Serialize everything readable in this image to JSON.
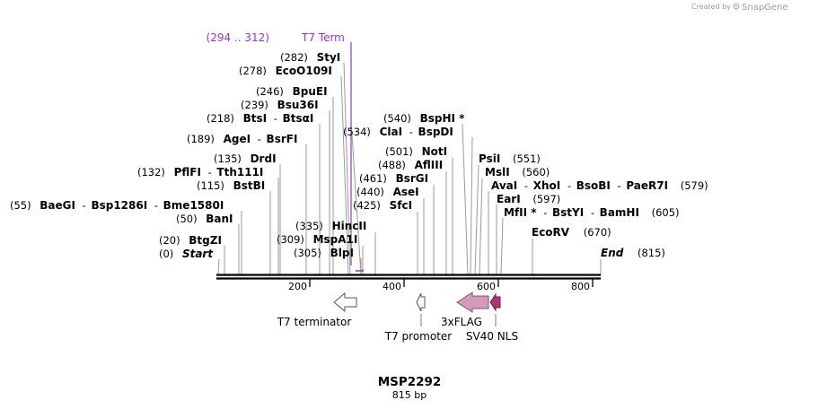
{
  "header": {
    "credit_prefix": "Created by",
    "brand": "SnapGene"
  },
  "sequence": {
    "name": "MSP2292",
    "length_label": "815 bp",
    "length": 815
  },
  "axis": {
    "ticks": [
      "200",
      "400",
      "600",
      "800"
    ]
  },
  "primer": {
    "range": "(294 .. 312)",
    "name": "T7 Term",
    "color": "#9933cc"
  },
  "sites": [
    {
      "pos": "(0)",
      "names": [
        "Start"
      ],
      "italic": true
    },
    {
      "pos": "(20)",
      "names": [
        "BtgZI"
      ]
    },
    {
      "pos": "(50)",
      "names": [
        "BanI"
      ]
    },
    {
      "pos": "(55)",
      "names": [
        "BaeGI",
        "Bsp1286I",
        "Bme1580I"
      ]
    },
    {
      "pos": "(115)",
      "names": [
        "BstBI"
      ]
    },
    {
      "pos": "(132)",
      "names": [
        "PflFI",
        "Tth111I"
      ]
    },
    {
      "pos": "(135)",
      "names": [
        "DrdI"
      ]
    },
    {
      "pos": "(189)",
      "names": [
        "AgeI",
        "BsrFI"
      ]
    },
    {
      "pos": "(218)",
      "names": [
        "BtsI",
        "BtsαI"
      ]
    },
    {
      "pos": "(239)",
      "names": [
        "Bsu36I"
      ]
    },
    {
      "pos": "(246)",
      "names": [
        "BpuEI"
      ]
    },
    {
      "pos": "(278)",
      "names": [
        "EcoO109I"
      ]
    },
    {
      "pos": "(282)",
      "names": [
        "StyI"
      ]
    },
    {
      "pos": "(305)",
      "names": [
        "BlpI"
      ]
    },
    {
      "pos": "(309)",
      "names": [
        "MspA1I"
      ]
    },
    {
      "pos": "(335)",
      "names": [
        "HincII"
      ]
    },
    {
      "pos": "(425)",
      "names": [
        "SfcI"
      ]
    },
    {
      "pos": "(440)",
      "names": [
        "AseI"
      ]
    },
    {
      "pos": "(461)",
      "names": [
        "BsrGI"
      ]
    },
    {
      "pos": "(488)",
      "names": [
        "AflIII"
      ]
    },
    {
      "pos": "(501)",
      "names": [
        "NotI"
      ]
    },
    {
      "pos": "(534)",
      "names": [
        "ClaI",
        "BspDI"
      ]
    },
    {
      "pos": "(540)",
      "names": [
        "BspHI *"
      ]
    },
    {
      "pos": "(551)",
      "names": [
        "PsiI"
      ]
    },
    {
      "pos": "(560)",
      "names": [
        "MslI"
      ]
    },
    {
      "pos": "(579)",
      "names": [
        "AvaI",
        "XhoI",
        "BsoBI",
        "PaeR7I"
      ]
    },
    {
      "pos": "(597)",
      "names": [
        "EarI"
      ]
    },
    {
      "pos": "(605)",
      "names": [
        "MfII *",
        "BstYI",
        "BamHI"
      ]
    },
    {
      "pos": "(670)",
      "names": [
        "EcoRV"
      ]
    },
    {
      "pos": "(815)",
      "names": [
        "End"
      ],
      "italic": true
    }
  ],
  "features": [
    {
      "name": "T7 terminator",
      "color": "#ffffff",
      "direction": "reverse"
    },
    {
      "name": "T7 promoter",
      "color": "#ffffff",
      "direction": "reverse"
    },
    {
      "name": "3xFLAG",
      "color": "#d39bb5",
      "direction": "reverse"
    },
    {
      "name": "SV40 NLS",
      "color": "#a63a72",
      "direction": "reverse"
    }
  ]
}
